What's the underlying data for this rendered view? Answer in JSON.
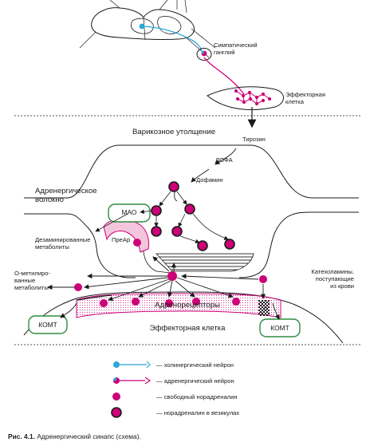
{
  "colors": {
    "magenta": "#cc0077",
    "blue": "#29a8d8",
    "green": "#2e8b3e",
    "pink_fill": "#f3c6de",
    "line": "#1a1a1a"
  },
  "top": {
    "ganglion": "Симпатический\nганглий",
    "effector_cell": "Эффекторная\nклетка"
  },
  "middle": {
    "varicosity": "Варикозное утолщение",
    "tyrosine": "Тирозин",
    "dopa": "ДОФА",
    "dopamine": "Дофамин",
    "fiber": "Адренергическое\nволокно",
    "mao": "МАО",
    "deaminated": "Дезаминированные\nметаболиты",
    "pre_ar": "ПреАр",
    "o_methylated": "О-метилиро-\nванные\nметаболиты",
    "catecholamines": "Катехоламины,\nпоступающие\nиз крови",
    "adrenoreceptors": "Адренорецепторы",
    "comt_left": "КОМТ",
    "comt_right": "КОМТ",
    "effector_cell2": "Эффекторная клетка"
  },
  "legend": [
    {
      "icon": "cholinergic",
      "label": "— холинергический нейрон"
    },
    {
      "icon": "adrenergic",
      "label": "— адренергический нейрон"
    },
    {
      "icon": "free",
      "label": "— свободный норадреналин"
    },
    {
      "icon": "vesicle",
      "label": "— норадреналин в везикулах"
    }
  ],
  "caption": {
    "number": "Рис. 4.1.",
    "text": " Адренергический синапс (схема)."
  }
}
